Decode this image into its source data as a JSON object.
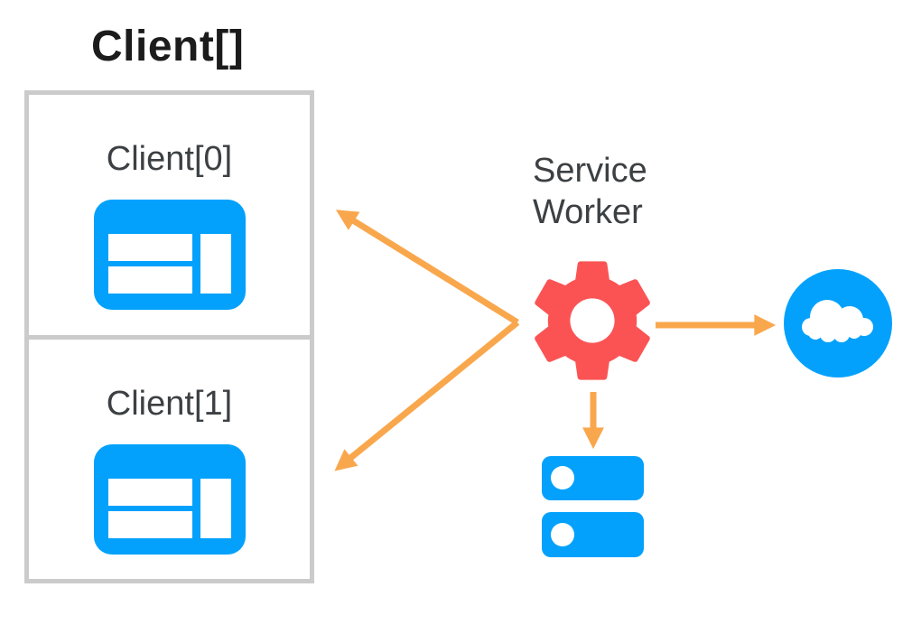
{
  "diagram": {
    "title": "Client[]",
    "clients": [
      {
        "label": "Client[0]",
        "icon": "web-browser-icon"
      },
      {
        "label": "Client[1]",
        "icon": "web-browser-icon"
      }
    ],
    "service_worker": {
      "line1": "Service",
      "line2": "Worker",
      "icon": "gear-icon"
    },
    "network": {
      "icon": "cloud-icon"
    },
    "storage": {
      "icon": "storage-icon"
    },
    "arrows": [
      {
        "name": "service-worker-to-client0",
        "direction": "up-left"
      },
      {
        "name": "service-worker-to-client1",
        "direction": "down-left"
      },
      {
        "name": "service-worker-to-cloud",
        "direction": "right"
      },
      {
        "name": "service-worker-to-storage",
        "direction": "down"
      }
    ],
    "colors": {
      "blue": "#03a1fc",
      "red": "#fb5354",
      "orange": "#f9a74d",
      "box-border": "#cbcbcb",
      "label": "#3c4043",
      "title": "#1c1c1c"
    }
  }
}
